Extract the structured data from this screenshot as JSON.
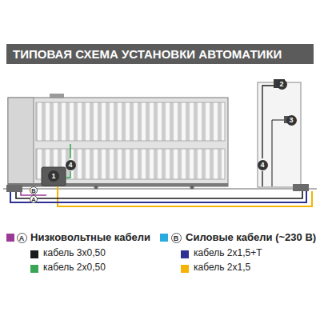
{
  "diagram": {
    "title": "ТИПОВАЯ СХЕМА УСТАНОВКИ АВТОМАТИКИ",
    "labels": [
      "1",
      "4",
      "B",
      "A",
      "2",
      "3",
      "4",
      "A",
      "B"
    ],
    "legend": [
      {
        "text": "Низковольтные кабели",
        "color": "#9b3a96"
      },
      {
        "text": "кабель 3х0,50",
        "color": "#1a1a1a"
      },
      {
        "text": "кабель 2х0,50",
        "color": "#3aa655"
      },
      {
        "text": "Силовые кабели (~230 В)",
        "color": "#29abe2"
      },
      {
        "text": "кабель 2х1,5+Т",
        "color": "#2e3192"
      },
      {
        "text": "кабель 2х1,5",
        "color": "#f5b400"
      }
    ]
  }
}
